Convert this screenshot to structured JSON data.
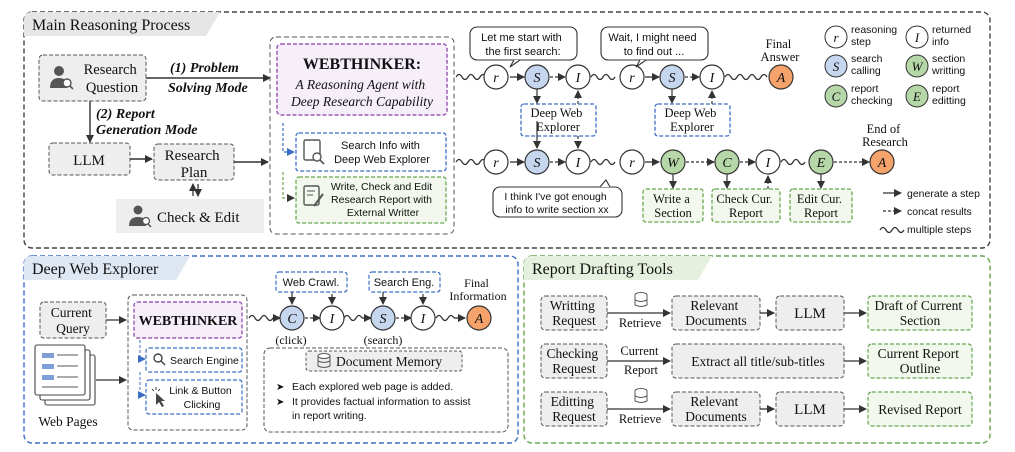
{
  "colors": {
    "main_border": "#444444",
    "explorer_border": "#3b6fc4",
    "drafting_border": "#6aa84f",
    "webthinker_border": "#9b59b6",
    "webthinker_fill": "#f6eef9",
    "reasoning_fill": "#ffffff",
    "search_fill": "#c6d6ee",
    "report_fill": "#b6d7a8",
    "answer_fill": "#f6a36b",
    "box_fill": "#eeeeee",
    "explorer_box_fill": "#ffffff",
    "drafting_box_fill": "#f2f8ee"
  },
  "main": {
    "title": "Main Reasoning Process",
    "research_question": [
      "Research",
      "Question"
    ],
    "mode1": [
      "(1) Problem",
      "Solving Mode"
    ],
    "mode2": [
      "(2) Report",
      "Generation Mode"
    ],
    "llm": "LLM",
    "research_plan": [
      "Research",
      "Plan"
    ],
    "check_edit": "Check & Edit",
    "webthinker_title": "WEBTHINKER:",
    "webthinker_subtitle": [
      "A Reasoning Agent with",
      "Deep Research Capability"
    ],
    "tool1": [
      "Search Info with",
      "Deep Web Explorer"
    ],
    "tool2": [
      "Write, Check and Edit",
      "Research Report with",
      "External Writter"
    ],
    "bubble1": [
      "Let me start with",
      "the first search:"
    ],
    "bubble2": [
      "Wait, I might need",
      "to find out ..."
    ],
    "bubble3": [
      "I think I've got enough",
      "info to write section xx"
    ],
    "final_answer": [
      "Final",
      "Answer"
    ],
    "end_of_research": [
      "End of",
      "Research"
    ],
    "dwe_label": [
      "Deep Web",
      "Explorer"
    ],
    "write_section": [
      "Write a",
      "Section"
    ],
    "check_report": [
      "Check Cur.",
      "Report"
    ],
    "edit_report": [
      "Edit Cur.",
      "Report"
    ],
    "node_letters": {
      "reasoning": "r",
      "search": "S",
      "info": "I",
      "write": "W",
      "check": "C",
      "edit": "E",
      "answer": "A"
    }
  },
  "legend": {
    "items": [
      {
        "letter": "r",
        "label": [
          "reasoning",
          "step"
        ]
      },
      {
        "letter": "I",
        "label": [
          "returned",
          "info"
        ]
      },
      {
        "letter": "S",
        "label": [
          "search",
          "calling"
        ]
      },
      {
        "letter": "W",
        "label": [
          "section",
          "writting"
        ]
      },
      {
        "letter": "C",
        "label": [
          "report",
          "checking"
        ]
      },
      {
        "letter": "E",
        "label": [
          "report",
          "editting"
        ]
      }
    ],
    "generate": "generate a step",
    "concat": "concat results",
    "multiple": "multiple steps"
  },
  "explorer": {
    "title": "Deep Web Explorer",
    "current_query": [
      "Current",
      "Query"
    ],
    "web_pages": "Web Pages",
    "webthinker": "WEBTHINKER",
    "search_engine": "Search Engine",
    "link_click": [
      "Link & Button",
      "Clicking"
    ],
    "web_crawl": "Web Crawl.",
    "search_eng": "Search Eng.",
    "click": "(click)",
    "search": "(search)",
    "final_information": [
      "Final",
      "Information"
    ],
    "doc_memory": "Document Memory",
    "bullet1": "Each explored web page is added.",
    "bullet2": [
      "It provides factual information to assist",
      "in report writing."
    ]
  },
  "drafting": {
    "title": "Report Drafting Tools",
    "row1": {
      "request": [
        "Writting",
        "Request"
      ],
      "action": "Retrieve",
      "docs": [
        "Relevant",
        "Documents"
      ],
      "llm": "LLM",
      "output": [
        "Draft of Current",
        "Section"
      ]
    },
    "row2": {
      "request": [
        "Checking",
        "Request"
      ],
      "action": [
        "Current",
        "Report"
      ],
      "extract": "Extract all title/sub-titles",
      "output": [
        "Current Report",
        "Outline"
      ]
    },
    "row3": {
      "request": [
        "Editting",
        "Request"
      ],
      "action": "Retrieve",
      "docs": [
        "Relevant",
        "Documents"
      ],
      "llm": "LLM",
      "output": "Revised Report"
    }
  }
}
